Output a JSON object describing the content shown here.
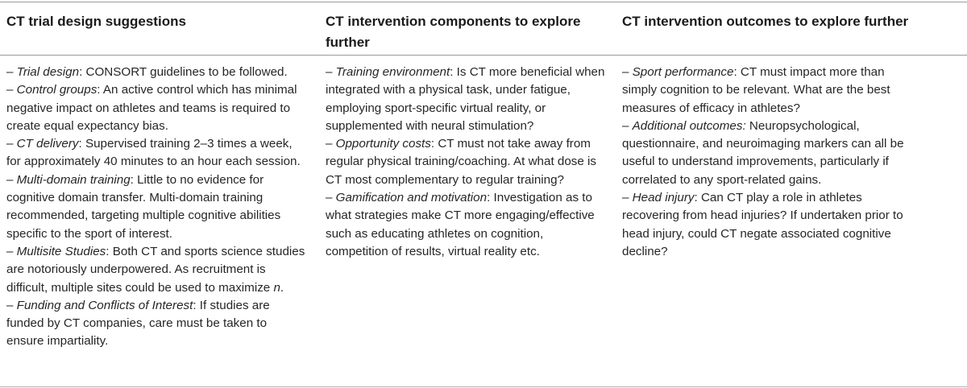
{
  "headers": [
    "CT trial design suggestions",
    "CT intervention components to explore further",
    "CT intervention outcomes to explore further"
  ],
  "columns": [
    [
      {
        "dash": "– ",
        "term": "Trial design",
        "sep": ": ",
        "text": "CONSORT guidelines to be followed.",
        "italic_tail": "",
        "end": ""
      },
      {
        "dash": "– ",
        "term": "Control groups",
        "sep": ": ",
        "text": "An active control which has minimal negative impact on athletes and teams is required to create equal expectancy bias.",
        "italic_tail": "",
        "end": ""
      },
      {
        "dash": "– ",
        "term": "CT delivery",
        "sep": ": ",
        "text": "Supervised training 2–3 times a week, for approximately 40 minutes to an hour each session.",
        "italic_tail": "",
        "end": ""
      },
      {
        "dash": "– ",
        "term": "Multi-domain training",
        "sep": ": ",
        "text": "Little to no evidence for cognitive domain transfer. Multi-domain training recommended, targeting multiple cognitive abilities specific to the sport of interest.",
        "italic_tail": "",
        "end": ""
      },
      {
        "dash": "– ",
        "term": "Multisite Studies",
        "sep": ": ",
        "text": "Both CT and sports science studies are notoriously underpowered. As recruitment is difficult, multiple sites could be used to maximize ",
        "italic_tail": "n",
        "end": "."
      },
      {
        "dash": "– ",
        "term": "Funding and Conflicts of Interest",
        "sep": ": ",
        "text": "If studies are funded by CT companies, care must be taken to ensure impartiality.",
        "italic_tail": "",
        "end": ""
      }
    ],
    [
      {
        "dash": "– ",
        "term": "Training environment",
        "sep": ": ",
        "text": "Is CT more beneficial when integrated with a physical task, under fatigue, employing sport-specific virtual reality, or supplemented with neural stimulation?",
        "italic_tail": "",
        "end": ""
      },
      {
        "dash": "– ",
        "term": "Opportunity costs",
        "sep": ": ",
        "text": "CT must not take away from regular physical training/coaching. At what dose is CT most complementary to regular training?",
        "italic_tail": "",
        "end": ""
      },
      {
        "dash": "– ",
        "term": "Gamification and motivation",
        "sep": ": ",
        "text": "Investigation as to what strategies make CT more engaging/effective such as educating athletes on cognition, competition of results, virtual reality etc.",
        "italic_tail": "",
        "end": ""
      }
    ],
    [
      {
        "dash": "– ",
        "term": "Sport performance",
        "sep": ": ",
        "text": "CT must impact more than simply cognition to be relevant. What are the best measures of efficacy in athletes?",
        "italic_tail": "",
        "end": ""
      },
      {
        "dash": "– ",
        "term": "Additional outcomes:",
        "sep": " ",
        "text": "Neuropsychological, questionnaire, and neuroimaging markers can all be useful to understand improvements, particularly if correlated to any sport-related gains.",
        "italic_tail": "",
        "end": ""
      },
      {
        "dash": "– ",
        "term": "Head injury",
        "sep": ": ",
        "text": "Can CT play a role in athletes recovering from head injuries? If undertaken prior to head injury, could CT negate associated cognitive decline?",
        "italic_tail": "",
        "end": ""
      }
    ]
  ]
}
